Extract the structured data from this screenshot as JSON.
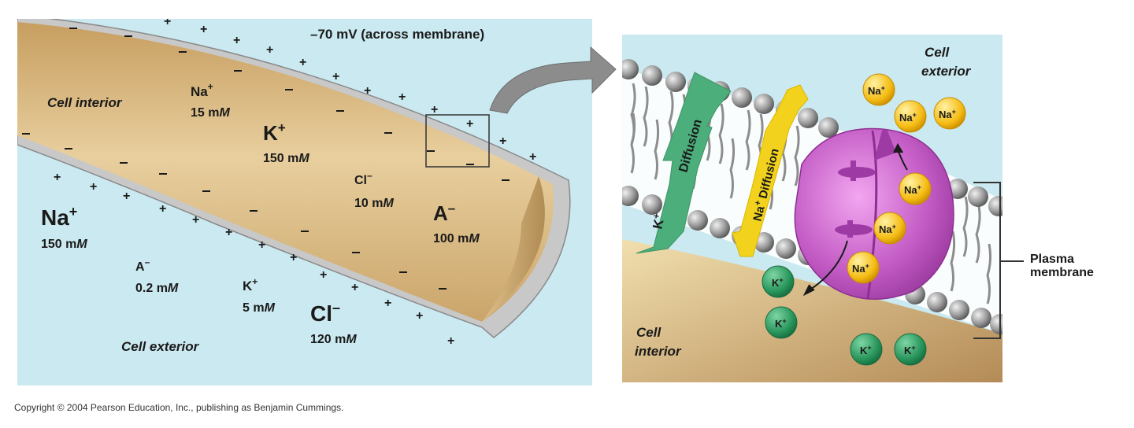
{
  "left": {
    "potential": "–70 mV (across membrane)",
    "cell_interior": "Cell interior",
    "cell_exterior": "Cell exterior",
    "inside": {
      "na": {
        "ion": "Na",
        "charge": "+",
        "conc": "15 m",
        "unit": "M"
      },
      "k": {
        "ion": "K",
        "charge": "+",
        "conc": "150 m",
        "unit": "M"
      },
      "cl": {
        "ion": "Cl",
        "charge": "–",
        "conc": "10 m",
        "unit": "M"
      },
      "a": {
        "ion": "A",
        "charge": "–",
        "conc": "100 m",
        "unit": "M"
      }
    },
    "outside": {
      "na": {
        "ion": "Na",
        "charge": "+",
        "conc": "150 m",
        "unit": "M"
      },
      "a": {
        "ion": "A",
        "charge": "–",
        "conc": "0.2 m",
        "unit": "M"
      },
      "k": {
        "ion": "K",
        "charge": "+",
        "conc": "5 m",
        "unit": "M"
      },
      "cl": {
        "ion": "Cl",
        "charge": "–",
        "conc": "120 m",
        "unit": "M"
      }
    }
  },
  "right": {
    "cell_exterior_1": "Cell",
    "cell_exterior_2": "exterior",
    "cell_interior_1": "Cell",
    "cell_interior_2": "interior",
    "k_diffusion": "Diffusion",
    "k_symbol": "K",
    "k_sup": "+",
    "na_diffusion_ion": "Na",
    "na_diffusion_sup": "+",
    "na_diffusion": "Diffusion",
    "na_ion": "Na",
    "k_ion": "K",
    "ion_sup": "+"
  },
  "plasma_membrane": "Plasma membrane",
  "copyright": "Copyright © 2004 Pearson Education, Inc., publishing as Benjamin Cummings.",
  "colors": {
    "extracellular": "#cbe9f0",
    "axoplasm": "#dcc08f",
    "membrane": "#c9c9c9",
    "na_ion": "#f7c21b",
    "k_ion": "#2e9a62",
    "pump": "#c35cc3",
    "k_arrow": "#4cae7a",
    "na_arrow": "#f2d21c"
  }
}
